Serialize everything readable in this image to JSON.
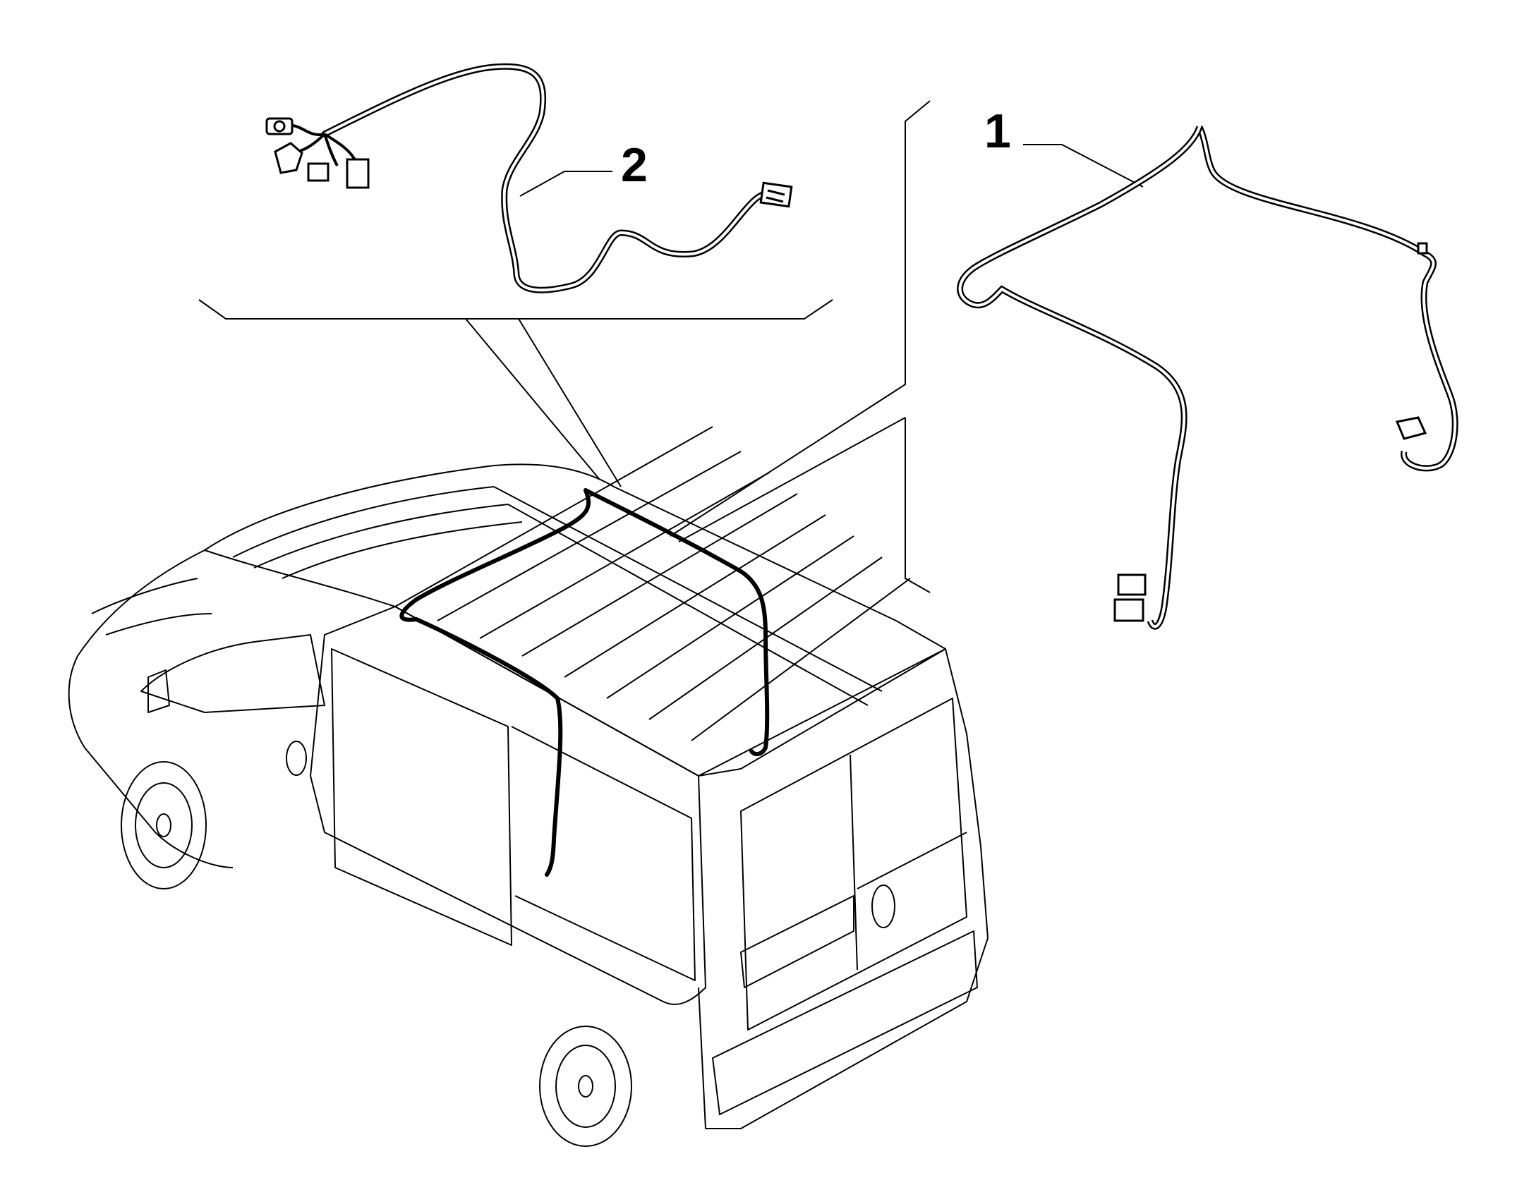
{
  "diagram": {
    "callouts": [
      {
        "id": "1",
        "label": "1"
      },
      {
        "id": "2",
        "label": "2"
      }
    ],
    "colors": {
      "background": "#ffffff",
      "line": "#000000",
      "harness": "#111111"
    },
    "icons": [
      "van-outline-icon",
      "wiring-harness-1-icon",
      "wiring-harness-2-icon",
      "connector-icon"
    ]
  }
}
